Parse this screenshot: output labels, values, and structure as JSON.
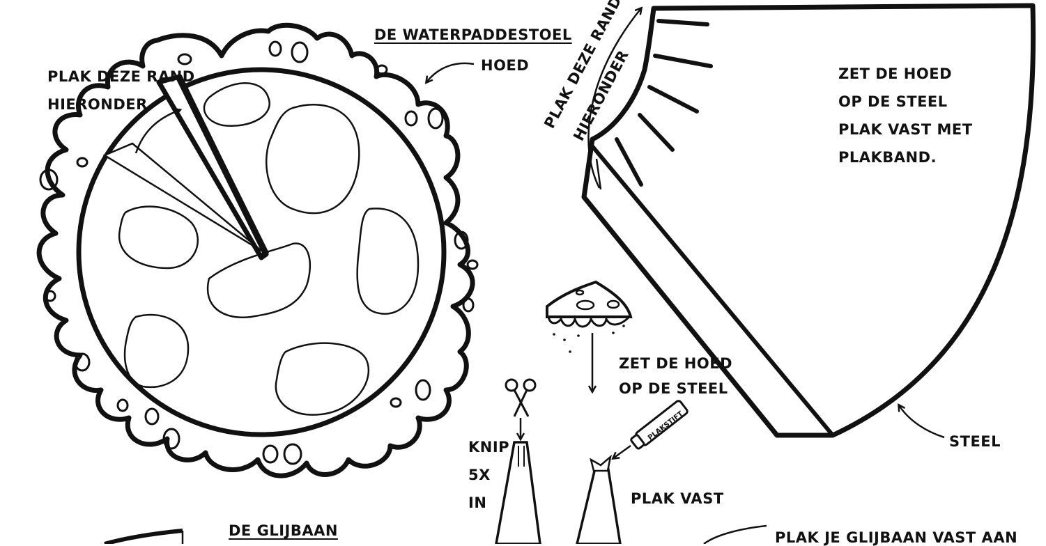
{
  "colors": {
    "ink": "#111111",
    "paper": "#ffffff"
  },
  "hat_section": {
    "title": "DE WATERPADDESTOEL",
    "hat_label": "HOED",
    "glue_edge_line1": "PLAK DEZE RAND",
    "glue_edge_line2": "HIERONDER"
  },
  "stem_section": {
    "glue_edge_line1": "PLAK DEZE RAND",
    "glue_edge_line2": "HIERONDER",
    "instruction_lines": [
      "ZET DE HOED",
      "OP DE STEEL",
      "PLAK VAST MET",
      "PLAKBAND."
    ],
    "stem_label": "STEEL"
  },
  "steps": {
    "place_hat_line1": "ZET DE HOED",
    "place_hat_line2": "OP DE STEEL",
    "cut_line1": "KNIP",
    "cut_line2": "5X",
    "cut_line3": "IN",
    "glue_label": "PLAK VAST",
    "glue_stick_text": "PLAKSTIFT"
  },
  "slide_section": {
    "title": "DE GLIJBAAN",
    "attach_text": "PLAK JE GLIJBAAN VAST AAN"
  }
}
